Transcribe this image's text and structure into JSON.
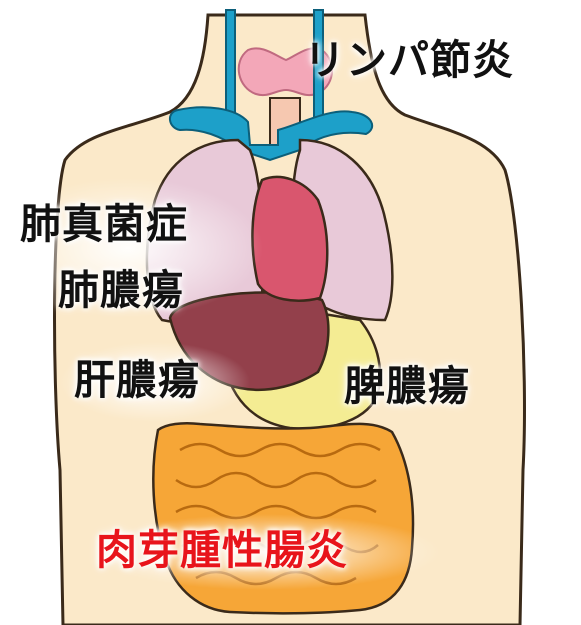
{
  "labels": {
    "lymphadenitis": "リンパ節炎",
    "pulmonary_mycosis": "肺真菌症",
    "lung_abscess": "肺膿瘍",
    "liver_abscess": "肝膿瘍",
    "spleen_abscess": "脾膿瘍",
    "granulomatous_colitis": "肉芽腫性腸炎"
  },
  "colors": {
    "text": "#111111",
    "highlight_text": "#e8141b",
    "skin": "#fbe9c9",
    "outline": "#3a2a1a",
    "thyroid": "#f3a7b8",
    "vessels": "#1da0c9",
    "lungs": "#e8c9d8",
    "heart": "#d9566e",
    "liver": "#93404b",
    "stomach": "#f4ec93",
    "intestines": "#f6a637"
  }
}
